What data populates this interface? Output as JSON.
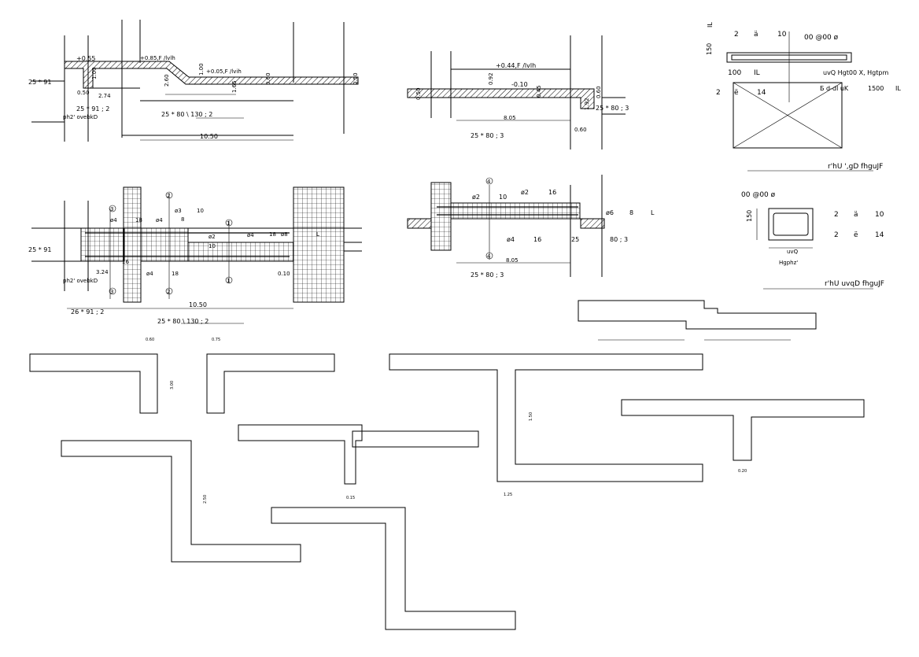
{
  "drawing": {
    "detail_a_section": {
      "levels": [
        "+0.55",
        "+0.85,F /lvlh",
        "+0.05,F /lvih"
      ],
      "dims_vertical": [
        "1.00",
        "2.60",
        "1.00",
        "1.65",
        "0.60",
        "0.50"
      ],
      "dims_horizontal": [
        "2.74",
        "0.50"
      ],
      "left_note": "25  *  91",
      "bottom_left": [
        "25  *  91  ; 2",
        "ph2' ovebkD"
      ],
      "mid_note": "25  *  80  \\  130  ; 2",
      "span": "10.50"
    },
    "detail_a_reinf": {
      "left_note": "25  *  91",
      "callouts": [
        "ø4",
        "ø3",
        "10",
        "8",
        "ø2",
        "ø4",
        "18",
        "ø8",
        "10",
        "ø4",
        "16",
        "18",
        "ø4",
        "18",
        "0.10",
        "3.24",
        "L"
      ],
      "section_marks": [
        "3",
        "2",
        "1",
        "1",
        "2",
        "3"
      ],
      "bottom_left": [
        "26  *  91  ; 2",
        "ph2' ovebkD"
      ],
      "mid_note": "25  *  80  \\  130  ; 2",
      "span": "10.50"
    },
    "detail_b_section": {
      "levels": [
        "+0.44,F /lvlh",
        "-0.10"
      ],
      "dims_vertical": [
        "0.50",
        "0.92",
        "0.45",
        "1.92",
        "0.60"
      ],
      "right_note": "25  *  80  ; 3",
      "span": "8.05",
      "span_right": "0.60",
      "bottom_note": "25  *  80  ; 3"
    },
    "detail_b_reinf": {
      "callouts": [
        "ø2",
        "ø2",
        "16",
        "10",
        "ø6",
        "8",
        "L",
        "ø4",
        "16",
        "25",
        "80  ; 3"
      ],
      "section_marks": [
        "4",
        "4"
      ],
      "span": "8.05",
      "bottom_note": "25  *  80  ; 3"
    },
    "cross_section_1": {
      "top_labels": [
        "IL",
        "2",
        "ä",
        "10",
        "00 @00 ø"
      ],
      "height": "150",
      "side_labels": [
        "100",
        "IL",
        "uvQ Hgt00 X, Hgtpm",
        "Б d-dl uK",
        "1500",
        "IL",
        "2",
        "ë",
        "14"
      ],
      "caption": "r'hU ',gD fhguJF"
    },
    "cross_section_2": {
      "top_label": "00 @00 ø",
      "height": "150",
      "rebar_rows": [
        [
          "2",
          "ä",
          "10"
        ],
        [
          "2",
          "ë",
          "14"
        ]
      ],
      "bottom_labels": [
        "uvQ",
        "Hgphz'"
      ],
      "caption": "r'hU uvqD fhguJF"
    },
    "small_dim_labels": [
      "0.60",
      "3.00",
      "0.75",
      "1.50",
      "1.25",
      "0.15",
      "2.50",
      "0.20"
    ]
  }
}
